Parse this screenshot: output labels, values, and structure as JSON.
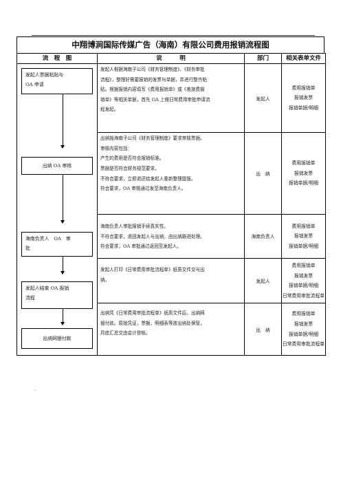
{
  "title": "中翔博涧国际传媒广告（海南）有限公司费用报销流程图",
  "headers": {
    "flow": "流　程　图",
    "desc": "说　　　明",
    "dept": "部门",
    "forms": "相关表单文件"
  },
  "steps": [
    {
      "flow_lines": [
        "发起人票据粘贴与",
        "OA 申请"
      ],
      "desc_lines": [
        "发起人根据海南子公司《财务管理制度》、《财务审批",
        "流程》，整理好需要报销的发票与单据，并进行整齐粘",
        "贴。根据报销内容填写《费用报销单》或《差旅费报",
        "销单》等相关单据，首先 OA 上做日常费用审批申请流",
        "程发起。"
      ],
      "dept": "发起人",
      "forms": [
        "费用报销单",
        "报销发票",
        "报销单据/明细"
      ]
    },
    {
      "flow_lines": [
        "出纳 OA 审核"
      ],
      "desc_lines": [
        "出纳按海南子公司《财务管理制度》要求审核票据。",
        "审核内容包括：",
        "产生的费用是否符合报销标准。",
        "票据是否符合财务规范要求。",
        "不符合要求，立即退还给发起人重新整理提报。",
        "符合要求，OA 审核通过发至海南负责人。"
      ],
      "dept": "出　纳",
      "forms": [
        "费用报销单",
        "报销发票",
        "报销单据/明细"
      ]
    },
    {
      "flow_lines": [
        "海南负责人　OA　审",
        "批"
      ],
      "desc_lines": [
        "海南负责人审批报销手续真实性。",
        "不符合要求，退回发起人与出纳，由出纳跟进处理。",
        "符合要求，OA 审批通过返回至发起人。"
      ],
      "dept": "海南负责人",
      "forms": [
        "费用报销单",
        "报销发票",
        "报销单据/明细"
      ]
    },
    {
      "flow_lines": [
        "发起人结束 OA 报销",
        "流程"
      ],
      "desc_lines": [
        "发起人打印《日常费用审批流程单》纸质文件交与出",
        "纳。"
      ],
      "dept": "发起人",
      "forms": [
        "费用报销单",
        "报销发票",
        "报销单据/明细",
        "日常费用审批流程单"
      ]
    },
    {
      "flow_lines": [
        "出纳网银付款"
      ],
      "desc_lines": [
        "出纳凭《日常费用审批流程单》纸质文件后，出纳网",
        "银付款。原始凭证，票据，明细表等放出纳处保管，",
        "月底汇总交由会计登帐。"
      ],
      "dept": "出　纳",
      "forms": [
        "费用报销单",
        "报销发票",
        "报销单据/明细",
        "日常费用审批流程单"
      ]
    }
  ],
  "footer_mark": "."
}
